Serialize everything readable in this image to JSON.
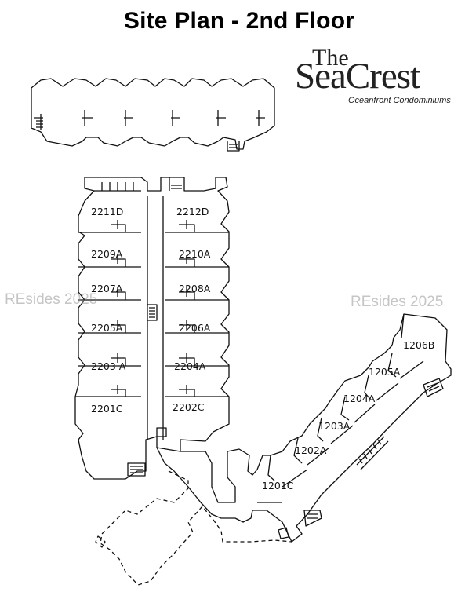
{
  "title": "Site Plan - 2nd Floor",
  "logo": {
    "the": "The",
    "name": "SeaCrest",
    "tagline": "Oceanfront Condominiums"
  },
  "units": {
    "u2211D": "2211D",
    "u2212D": "2212D",
    "u2209A": "2209A",
    "u2210A": "2210A",
    "u2207A": "2207A",
    "u2208A": "2208A",
    "u2205A": "2205A",
    "u2206A": "2206A",
    "u2203A": "2203 A",
    "u2204A": "2204A",
    "u2201C": "2201C",
    "u2202C": "2202C",
    "u1201C": "1201C",
    "u1202A": "1202A",
    "u1203A": "1203A",
    "u1204A": "1204A",
    "u1205A": "1205A",
    "u1206B": "1206B"
  },
  "watermark": {
    "left": "REsides 2025",
    "right": "REsides 2025"
  },
  "colors": {
    "ink": "#111111",
    "paper": "#ffffff",
    "watermark": "#969696"
  }
}
